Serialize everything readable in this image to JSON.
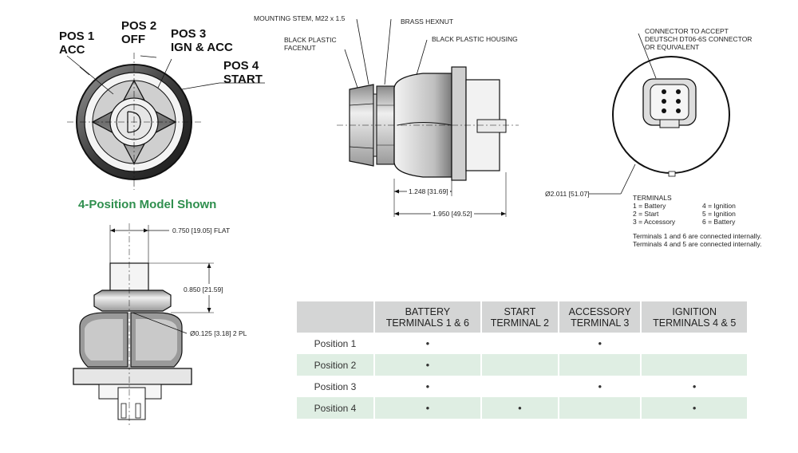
{
  "front_view": {
    "pos1": [
      "POS 1",
      "ACC"
    ],
    "pos2": [
      "POS 2",
      "OFF"
    ],
    "pos3": [
      "POS 3",
      "IGN & ACC"
    ],
    "pos4": [
      "POS 4",
      "START"
    ]
  },
  "model_caption": "4-Position Model Shown",
  "side_view": {
    "mounting_stem": "MOUNTING STEM, M22 x 1.5",
    "brass_hexnut": "BRASS HEXNUT",
    "black_plastic_housing": "BLACK PLASTIC HOUSING",
    "facenut": [
      "BLACK PLASTIC",
      "FACENUT"
    ],
    "dim_1": "1.248 [31.69]",
    "dim_2": "1.950 [49.52]"
  },
  "rear_view": {
    "connector_note": [
      "CONNECTOR TO ACCEPT",
      "DEUTSCH  DT06-6S CONNECTOR",
      "OR EQUIVALENT"
    ],
    "diameter": "Ø2.011 [51.07]",
    "terminals_title": "TERMINALS",
    "terminals_left": [
      "1 = Battery",
      "2 = Start",
      "3 = Accessory"
    ],
    "terminals_right": [
      "4 = Ignition",
      "5 = Ignition",
      "6 = Battery"
    ],
    "notes": [
      "Terminals 1 and 6 are connected internally.",
      "Terminals 4 and 5 are connected internally."
    ]
  },
  "bottom_view": {
    "flat": "0.750 [19.05] FLAT",
    "height": "0.850 [21.59]",
    "holes": "Ø0.125 [3.18] 2 PL"
  },
  "table": {
    "headers": [
      "",
      [
        "BATTERY",
        "TERMINALS 1 & 6"
      ],
      [
        "START",
        "TERMINAL 2"
      ],
      [
        "ACCESSORY",
        "TERMINAL 3"
      ],
      [
        "IGNITION",
        "TERMINALS 4 & 5"
      ]
    ],
    "rows": [
      [
        "Position 1",
        "•",
        "",
        "•",
        ""
      ],
      [
        "Position 2",
        "•",
        "",
        "",
        ""
      ],
      [
        "Position 3",
        "•",
        "",
        "•",
        "•"
      ],
      [
        "Position 4",
        "•",
        "•",
        "",
        "•"
      ]
    ]
  },
  "colors": {
    "caption_green": "#2f8f4e",
    "row_tint": "#dfeee3",
    "header_gray": "#d4d5d5"
  }
}
